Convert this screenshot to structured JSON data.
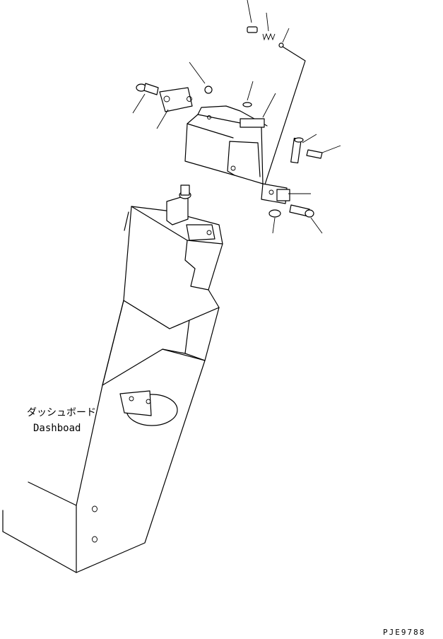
{
  "labels": {
    "dashboard_jp": "ダッシュボード",
    "dashboard_en": "Dashboad"
  },
  "drawing_code": "PJE9788"
}
